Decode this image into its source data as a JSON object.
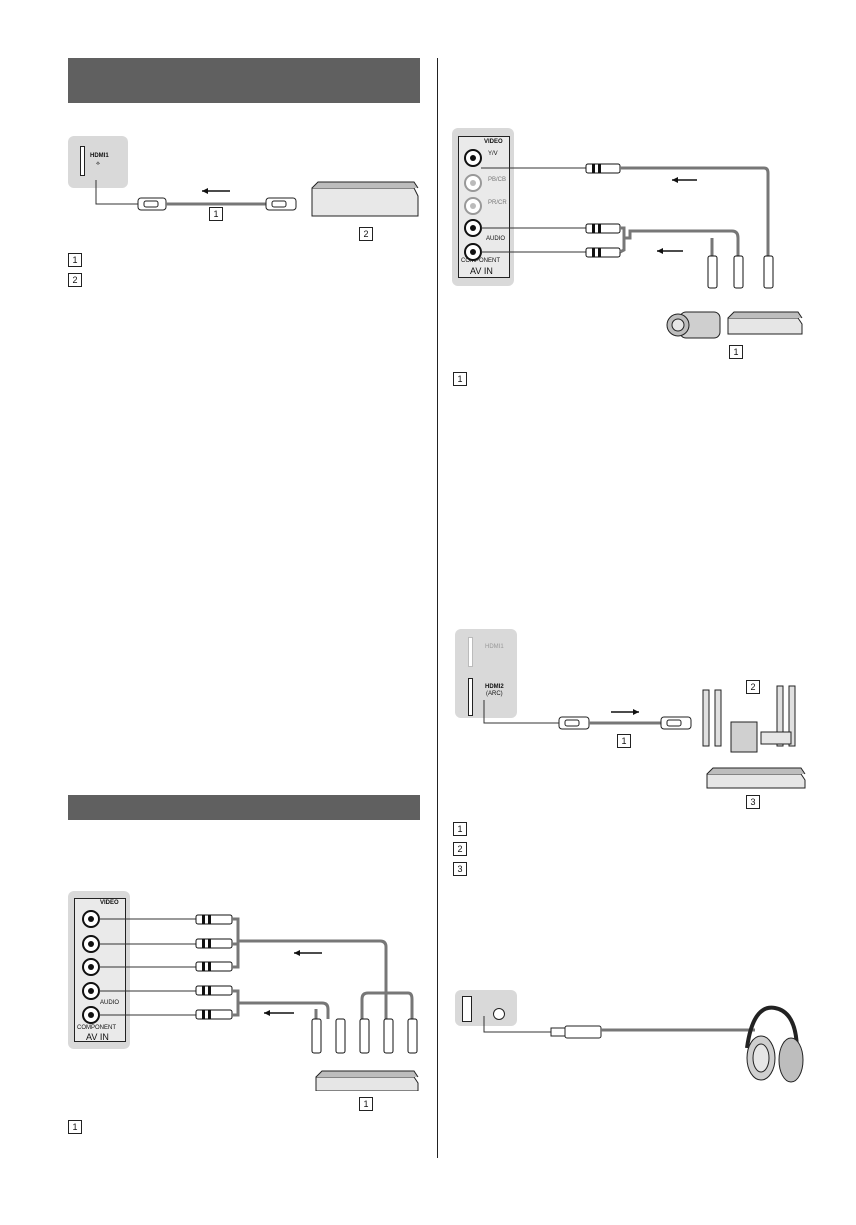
{
  "sections": {
    "hdmi": {
      "port_label": "HDMI1",
      "callouts": [
        "1",
        "2"
      ],
      "legend": [
        "1",
        "2"
      ]
    },
    "av_composite": {
      "panel_top_label": "VIDEO",
      "port_labels": [
        "Y/V",
        "PB/CB",
        "PR/CR",
        "AUDIO"
      ],
      "component_label": "COMPONENT",
      "av_in_label": "AV IN",
      "callouts": [
        "1"
      ],
      "legend": [
        "1"
      ]
    },
    "arc": {
      "port1_label": "HDMI1",
      "port2_label": "HDMI2",
      "port2_sub": "(ARC)",
      "callouts": [
        "1",
        "2",
        "3"
      ],
      "legend": [
        "1",
        "2",
        "3"
      ]
    },
    "component": {
      "panel_top_label": "VIDEO",
      "audio_label": "AUDIO",
      "component_label": "COMPONENT",
      "av_in_label": "AV IN",
      "callouts": [
        "1"
      ],
      "legend": [
        "1"
      ]
    }
  }
}
